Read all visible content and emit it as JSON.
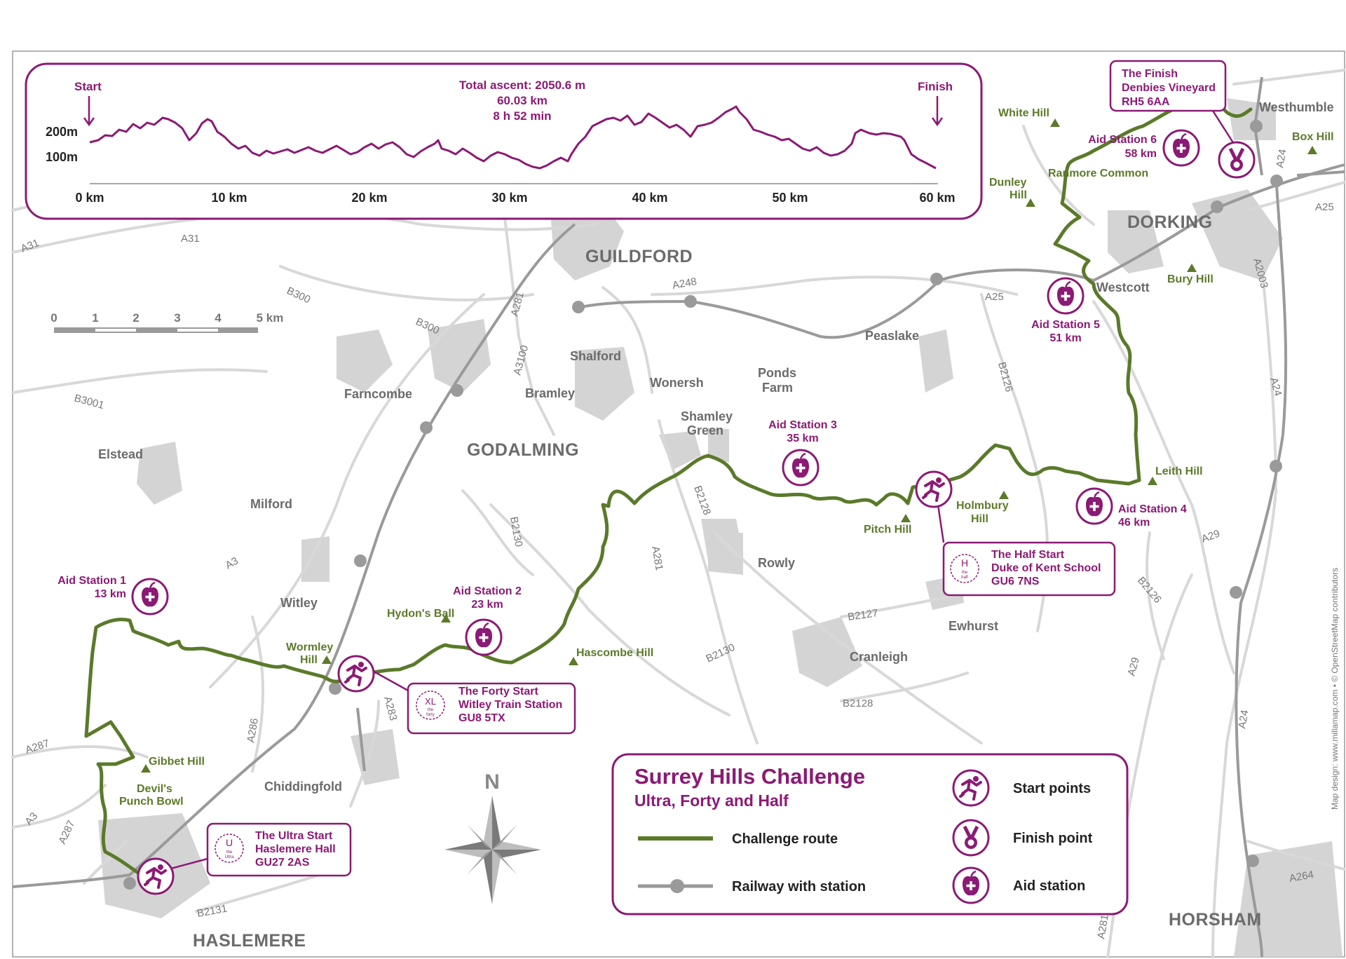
{
  "towns": {
    "guildford": "GUILDFORD",
    "godalming": "GODALMING",
    "dorking": "DORKING",
    "haslemere": "HASLEMERE",
    "horsham": "HORSHAM"
  },
  "places": {
    "westhumble": "Westhumble",
    "westcott": "Westcott",
    "peaslake": "Peaslake",
    "ponds1": "Ponds",
    "ponds2": "Farm",
    "shalford": "Shalford",
    "bramley": "Bramley",
    "wonersh": "Wonersh",
    "shamley1": "Shamley",
    "shamley2": "Green",
    "farncombe": "Farncombe",
    "elstead": "Elstead",
    "milford": "Milford",
    "witley": "Witley",
    "chiddingfold": "Chiddingfold",
    "rowly": "Rowly",
    "ewhurst": "Ewhurst",
    "cranleigh": "Cranleigh"
  },
  "hills": {
    "white": "White Hill",
    "box": "Box Hill",
    "dunley1": "Dunley",
    "dunley2": "Hill",
    "ranmore": "Ranmore Common",
    "bury": "Bury Hill",
    "leith": "Leith Hill",
    "holmbury1": "Holmbury",
    "holmbury2": "Hill",
    "pitch": "Pitch Hill",
    "hydons": "Hydon's Ball",
    "hascombe": "Hascombe Hill",
    "wormley1": "Wormley",
    "wormley2": "Hill",
    "gibbet": "Gibbet Hill",
    "devils1": "Devil's",
    "devils2": "Punch Bowl"
  },
  "roads": {
    "a31a": "A31",
    "a31b": "A31",
    "b300a": "B300",
    "b300b": "B300",
    "a281a": "A281",
    "a3100": "A3100",
    "b3001": "B3001",
    "a248": "A248",
    "a25a": "A25",
    "a25b": "A25",
    "a24a": "A24",
    "a24b": "A24",
    "a24c": "A24",
    "a2003": "A2003",
    "b2126a": "B2126",
    "b2126b": "B2126",
    "b2128a": "B2128",
    "b2128b": "B2128",
    "a281b": "A281",
    "a281c": "A281",
    "b2130a": "B2130",
    "b2130b": "B2130",
    "b2127": "B2127",
    "a3a": "A3",
    "a3b": "A3",
    "a287a": "A287",
    "a287b": "A287",
    "a286": "A286",
    "a283": "A283",
    "b2131": "B2131",
    "a29a": "A29",
    "a29b": "A29",
    "a264": "A264"
  },
  "scale": {
    "ticks": [
      "0",
      "1",
      "2",
      "3",
      "4",
      "5 km"
    ]
  },
  "profile": {
    "start": "Start",
    "finish": "Finish",
    "ascent": "Total ascent: 2050.6 m",
    "distance": "60.03 km",
    "time": "8 h 52 min",
    "y200": "200m",
    "y100": "100m",
    "xticks": [
      "0 km",
      "10 km",
      "20 km",
      "30 km",
      "40 km",
      "50 km",
      "60 km"
    ]
  },
  "stations": {
    "a1": [
      "Aid Station 1",
      "13 km"
    ],
    "a2": [
      "Aid Station 2",
      "23 km"
    ],
    "a3": [
      "Aid Station 3",
      "35 km"
    ],
    "a4": [
      "Aid Station 4",
      "46 km"
    ],
    "a5": [
      "Aid Station 5",
      "51 km"
    ],
    "a6": [
      "Aid Station 6",
      "58 km"
    ]
  },
  "callouts": {
    "finish": [
      "The Finish",
      "Denbies Vineyard",
      "RH5 6AA"
    ],
    "half": [
      "The Half Start",
      "Duke of Kent School",
      "GU6 7NS"
    ],
    "forty": [
      "The Forty Start",
      "Witley Train Station",
      "GU8 5TX"
    ],
    "ultra": [
      "The Ultra Start",
      "Haslemere Hall",
      "GU27 2AS"
    ]
  },
  "badges": {
    "forty1": "XL",
    "forty2": "the",
    "forty3": "forty",
    "half1": "H",
    "half2": "the",
    "half3": "half",
    "ultra1": "U",
    "ultra2": "the",
    "ultra3": "Ultra"
  },
  "north": "N",
  "legend": {
    "title": "Surrey Hills Challenge",
    "subtitle": "Ultra, Forty and Half",
    "route": "Challenge route",
    "rail": "Railway with station",
    "start": "Start points",
    "finish": "Finish point",
    "aid": "Aid station"
  },
  "credit": "Map design: www.millamap.com  •  © OpenStreetMap contributors",
  "colors": {
    "route": "#5a7a2a",
    "purple": "#8b1a74",
    "rail": "#9a9a9a",
    "urban": "#d4d4d4",
    "road": "#d8d8d8"
  }
}
